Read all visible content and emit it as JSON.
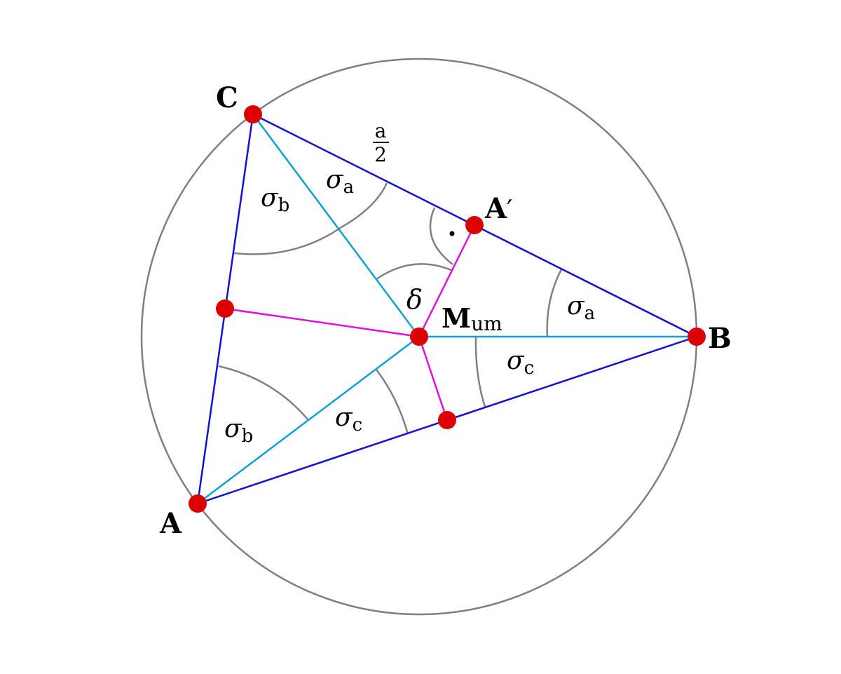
{
  "labels": {
    "vertex_a": "A",
    "vertex_b": "B",
    "vertex_c": "C",
    "a_prime_base": "A",
    "a_prime_mark": "′",
    "circumcenter_base": "M",
    "circumcenter_sub": "um",
    "half_a_num": "a",
    "half_a_den": "2",
    "sigma": "σ",
    "sub_a": "a",
    "sub_b": "b",
    "sub_c": "c",
    "delta": "δ",
    "right_angle_mark": "·"
  },
  "colors": {
    "circle": "#808080",
    "triangle": "#1010d8",
    "radius": "#0ea0d6",
    "perpendicular": "#e010e0",
    "arc": "#808080",
    "point": "#dd0000",
    "text": "#000000"
  }
}
